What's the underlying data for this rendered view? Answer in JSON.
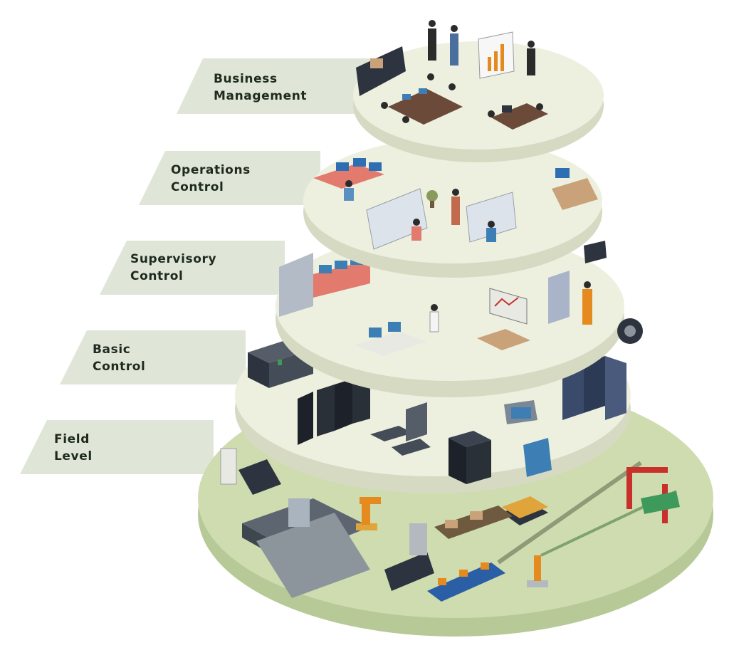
{
  "levels": [
    {
      "id": "business",
      "line1": "Business",
      "line2": "Management"
    },
    {
      "id": "operations",
      "line1": "Operations",
      "line2": "Control"
    },
    {
      "id": "supervisory",
      "line1": "Supervisory",
      "line2": "Control"
    },
    {
      "id": "basic",
      "line1": "Basic",
      "line2": "Control"
    },
    {
      "id": "field",
      "line1": "Field",
      "line2": "Level"
    }
  ],
  "colors": {
    "banner": "#dfe6d7",
    "platform_top": "#eef0df",
    "platform_side": "#d6dac2",
    "field_top": "#cfdcb0",
    "field_side": "#b7c997",
    "dark_equipment": "#2d3440",
    "screen_blue": "#3d7fb5",
    "person_dark": "#2b2b2b",
    "accent_orange": "#e58a1f",
    "accent_red": "#c8302c",
    "accent_green": "#3e9a5a"
  }
}
